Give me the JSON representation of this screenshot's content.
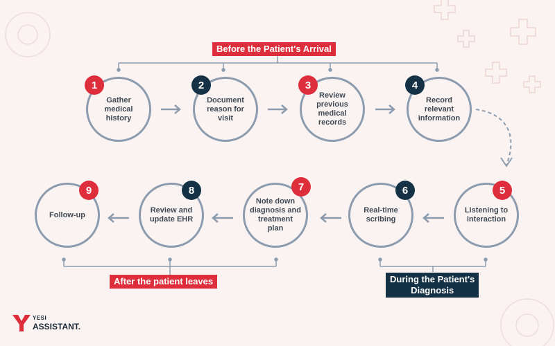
{
  "sections": {
    "before": "Before the Patient's Arrival",
    "during": "During the Patient's\nDiagnosis",
    "after": "After the patient leaves"
  },
  "steps": [
    {
      "number": "1",
      "label": "Gather\nmedical\nhistory"
    },
    {
      "number": "2",
      "label": "Document\nreason for\nvisit"
    },
    {
      "number": "3",
      "label": "Review\nprevious\nmedical\nrecords"
    },
    {
      "number": "4",
      "label": "Record\nrelevant\ninformation"
    },
    {
      "number": "5",
      "label": "Listening to\ninteraction"
    },
    {
      "number": "6",
      "label": "Real-time\nscribing"
    },
    {
      "number": "7",
      "label": "Note down\ndiagnosis and\ntreatment\nplan"
    },
    {
      "number": "8",
      "label": "Review and\nupdate EHR"
    },
    {
      "number": "9",
      "label": "Follow-up"
    }
  ],
  "logo": {
    "top": "YESI",
    "bottom": "ASSISTANT."
  },
  "colors": {
    "red": "#df2e3b",
    "navy": "#143146",
    "outline": "#8c9cae",
    "background": "#fbf3f2"
  }
}
